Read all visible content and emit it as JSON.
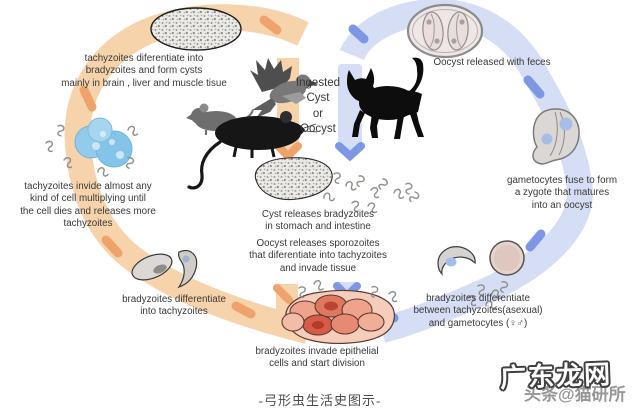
{
  "diagram": {
    "caption": "-弓形虫生活史图示-",
    "watermark": {
      "primary": "广东龙网",
      "secondary": "头条@猫研所"
    },
    "labels": {
      "cyst_formation": [
        "tachyzoites diferentiate into",
        "bradyzoites and form cysts",
        "mainly in brain , liver and muscle tisue"
      ],
      "ingested_cyst": [
        "Ingested",
        "Cyst",
        "or",
        "Oocyst"
      ],
      "oocyst_released": [
        "Oocyst released with feces"
      ],
      "tachyzoite_invasion": [
        "tachyzoites invide almost any",
        "kind of cell multiplying until",
        "the cell dies and releases more",
        "tachyzoites"
      ],
      "gametocytes_fuse": [
        "gametocytes fuse to form",
        "a zygote that matures",
        "into an oocyst"
      ],
      "cyst_releases": [
        "Cyst releases bradyzoites",
        "in stomach and intestine"
      ],
      "oocyst_releases": [
        "Oocyst releases sporozoites",
        "that diferentiate into tachyzoites",
        "and invade tissue"
      ],
      "bradyzoite_to_tachyzoite": [
        "bradyzoites differentiate",
        "into tachyzoites"
      ],
      "bradyzoite_differentiation": [
        "bradyzoites differentiate",
        "between tachyzoites(asexual)",
        "and gametocytes (♀♂)"
      ],
      "epithelial_invasion": [
        "bradyzoites invade epithelial",
        "cells and start division"
      ]
    },
    "colors": {
      "intermediate_host_arc": "#f7d3ab",
      "intermediate_host_dash": "#efa26b",
      "felid_arc": "#d6def5",
      "felid_dash": "#7d97e5",
      "infected_cell_blue": "#8cc7ea",
      "epithelial_red": "#d75b46",
      "text": "#383838"
    }
  }
}
